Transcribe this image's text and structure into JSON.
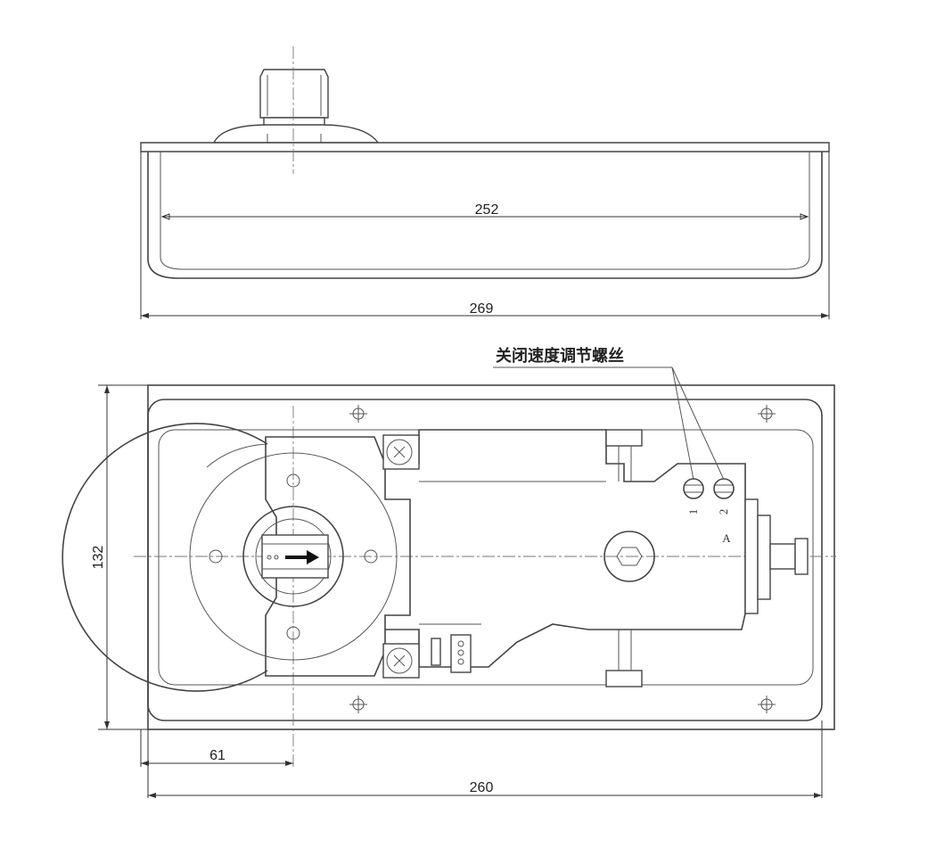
{
  "dimensions": {
    "inner_length_top": "252",
    "overall_length_top": "269",
    "height_plan": "132",
    "offset_left": "61",
    "overall_length_plan": "260"
  },
  "callout": {
    "label": "关闭速度调节螺丝",
    "screw_1": "1",
    "screw_2": "2",
    "marker_a": "A"
  }
}
